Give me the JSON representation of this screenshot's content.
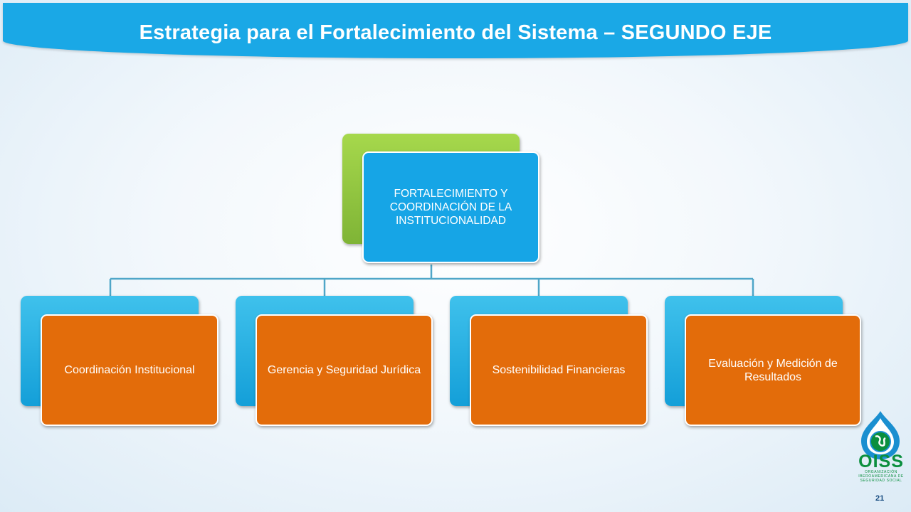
{
  "header": {
    "title": "Estrategia para el Fortalecimiento del Sistema – SEGUNDO EJE"
  },
  "diagram": {
    "root": {
      "label": "FORTALECIMIENTO Y COORDINACIÓN DE LA INSTITUCIONALIDAD"
    },
    "children": [
      {
        "label": "Coordinación Institucional"
      },
      {
        "label": "Gerencia y Seguridad Jurídica"
      },
      {
        "label": "Sostenibilidad Financieras"
      },
      {
        "label": "Evaluación y Medición de Resultados"
      }
    ]
  },
  "logo": {
    "name": "OISS",
    "subtitle": "ORGANIZACIÓN IBEROAMERICANA DE SEGURIDAD SOCIAL"
  },
  "footer": {
    "page_number": "21"
  },
  "colors": {
    "title_bar": "#1aa8e6",
    "root_back": "#8cc63f",
    "node_blue": "#16a5e6",
    "node_orange": "#e36c0a",
    "connector": "#4fa6c8",
    "logo_green": "#0b8f3e"
  }
}
